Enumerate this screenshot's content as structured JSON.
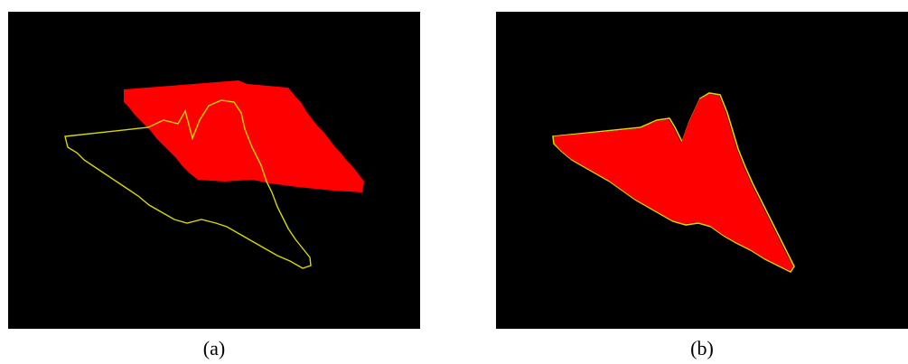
{
  "figure": {
    "panels": [
      {
        "id": "a",
        "caption": "(a)"
      },
      {
        "id": "b",
        "caption": "(b)"
      }
    ]
  },
  "colors": {
    "background": "#000000",
    "fill": "#ff0000",
    "outline": "#d8d800",
    "caption_text": "#000000"
  }
}
